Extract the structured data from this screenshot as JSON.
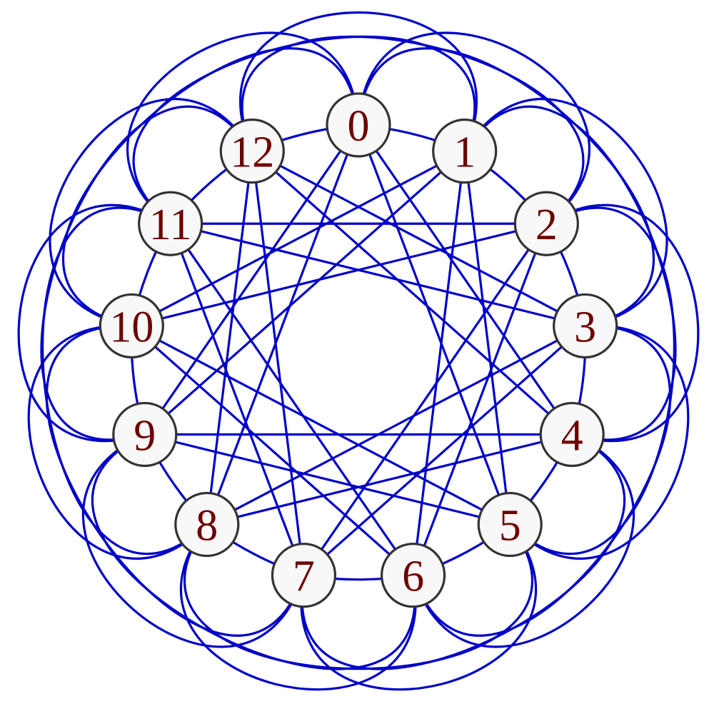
{
  "graph": {
    "nodes": [
      {
        "id": 0,
        "label": "0"
      },
      {
        "id": 1,
        "label": "1"
      },
      {
        "id": 2,
        "label": "2"
      },
      {
        "id": 3,
        "label": "3"
      },
      {
        "id": 4,
        "label": "4"
      },
      {
        "id": 5,
        "label": "5"
      },
      {
        "id": 6,
        "label": "6"
      },
      {
        "id": 7,
        "label": "7"
      },
      {
        "id": 8,
        "label": "8"
      },
      {
        "id": 9,
        "label": "9"
      },
      {
        "id": 10,
        "label": "10"
      },
      {
        "id": 11,
        "label": "11"
      },
      {
        "id": 12,
        "label": "12"
      }
    ],
    "node_order": "clockwise from top",
    "adjacent_edge_style": "straight",
    "step_four_edge_style": "straight",
    "step_five_edge_style": "straight",
    "step_two_edge_style": "outer arc",
    "step_three_edge_style": "outer arc",
    "edges_adjacent": [
      [
        0,
        1
      ],
      [
        1,
        2
      ],
      [
        2,
        3
      ],
      [
        3,
        4
      ],
      [
        4,
        5
      ],
      [
        5,
        6
      ],
      [
        6,
        7
      ],
      [
        7,
        8
      ],
      [
        8,
        9
      ],
      [
        9,
        10
      ],
      [
        10,
        11
      ],
      [
        11,
        12
      ],
      [
        12,
        0
      ]
    ],
    "edges_step_four": [
      [
        0,
        4
      ],
      [
        1,
        5
      ],
      [
        2,
        6
      ],
      [
        3,
        7
      ],
      [
        4,
        8
      ],
      [
        5,
        9
      ],
      [
        6,
        10
      ],
      [
        7,
        11
      ],
      [
        8,
        12
      ],
      [
        9,
        0
      ],
      [
        10,
        1
      ],
      [
        11,
        2
      ],
      [
        12,
        3
      ]
    ],
    "edges_step_five": [
      [
        0,
        5
      ],
      [
        1,
        6
      ],
      [
        2,
        7
      ],
      [
        3,
        8
      ],
      [
        4,
        9
      ],
      [
        5,
        10
      ],
      [
        6,
        11
      ],
      [
        7,
        12
      ],
      [
        8,
        0
      ],
      [
        9,
        1
      ],
      [
        10,
        2
      ],
      [
        11,
        3
      ],
      [
        12,
        4
      ]
    ],
    "edges_step_two": [
      [
        0,
        2
      ],
      [
        1,
        3
      ],
      [
        2,
        4
      ],
      [
        3,
        5
      ],
      [
        4,
        6
      ],
      [
        5,
        7
      ],
      [
        6,
        8
      ],
      [
        7,
        9
      ],
      [
        8,
        10
      ],
      [
        9,
        11
      ],
      [
        10,
        12
      ],
      [
        11,
        0
      ],
      [
        12,
        1
      ]
    ],
    "edges_step_three": [
      [
        0,
        3
      ],
      [
        1,
        4
      ],
      [
        2,
        5
      ],
      [
        3,
        6
      ],
      [
        4,
        7
      ],
      [
        5,
        8
      ],
      [
        6,
        9
      ],
      [
        7,
        10
      ],
      [
        8,
        11
      ],
      [
        9,
        12
      ],
      [
        10,
        0
      ],
      [
        11,
        1
      ],
      [
        12,
        2
      ]
    ],
    "colors": {
      "edge": "#0000c8",
      "node_fill": "#f8f8f8",
      "node_stroke": "#333333",
      "label": "#6e0000"
    }
  }
}
